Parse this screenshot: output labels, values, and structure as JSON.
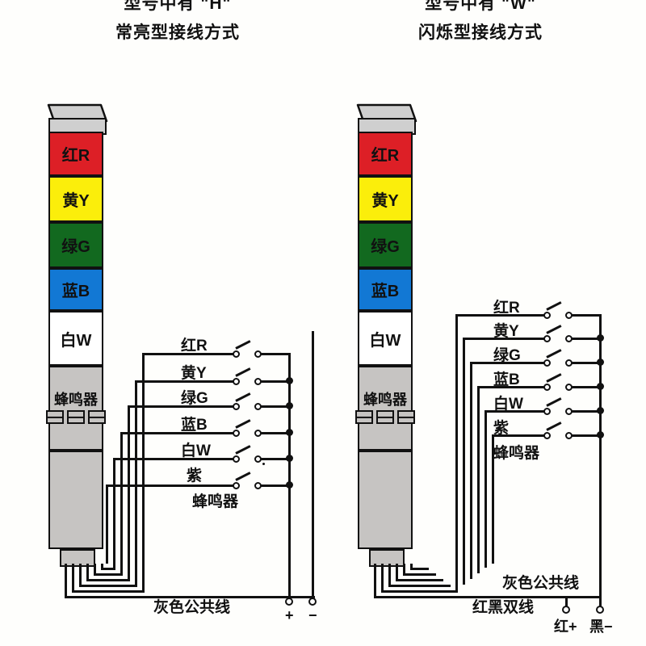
{
  "page": {
    "background_color": "#fefefc",
    "line_color": "#111111"
  },
  "diagrams": [
    {
      "id": "steady",
      "title_line1": "型号中有 \"H\"",
      "title_line2": "常亮型接线方式",
      "tower": {
        "segments": [
          {
            "name": "red",
            "label": "红R",
            "color": "#dd1f26"
          },
          {
            "name": "yellow",
            "label": "黄Y",
            "color": "#fbee0b"
          },
          {
            "name": "green",
            "label": "绿G",
            "color": "#12691f"
          },
          {
            "name": "blue",
            "label": "蓝B",
            "color": "#1278d4"
          },
          {
            "name": "white",
            "label": "白W",
            "color": "#ffffff"
          },
          {
            "name": "buzzer",
            "label": "蜂鸣器",
            "color": "#c6c4c2"
          }
        ]
      },
      "switch_labels": [
        "红R",
        "黄Y",
        "绿G",
        "蓝B",
        "白W",
        "紫",
        "蜂鸣器"
      ],
      "common_line_label": "灰色公共线",
      "terminals": [
        {
          "label": "+"
        },
        {
          "label": "−"
        }
      ]
    },
    {
      "id": "flashing",
      "title_line1": "型号中有 \"W\"",
      "title_line2": "闪烁型接线方式",
      "tower": {
        "segments": [
          {
            "name": "red",
            "label": "红R",
            "color": "#dd1f26"
          },
          {
            "name": "yellow",
            "label": "黄Y",
            "color": "#fbee0b"
          },
          {
            "name": "green",
            "label": "绿G",
            "color": "#12691f"
          },
          {
            "name": "blue",
            "label": "蓝B",
            "color": "#1278d4"
          },
          {
            "name": "white",
            "label": "白W",
            "color": "#ffffff"
          },
          {
            "name": "buzzer",
            "label": "蜂鸣器",
            "color": "#c6c4c2"
          }
        ]
      },
      "switch_labels": [
        "红R",
        "黄Y",
        "绿G",
        "蓝B",
        "白W",
        "紫",
        "蜂鸣器"
      ],
      "common_line_label": "灰色公共线",
      "supply_line_label": "红黑双线",
      "terminals": [
        {
          "label": "红+"
        },
        {
          "label": "黑−"
        }
      ]
    }
  ]
}
